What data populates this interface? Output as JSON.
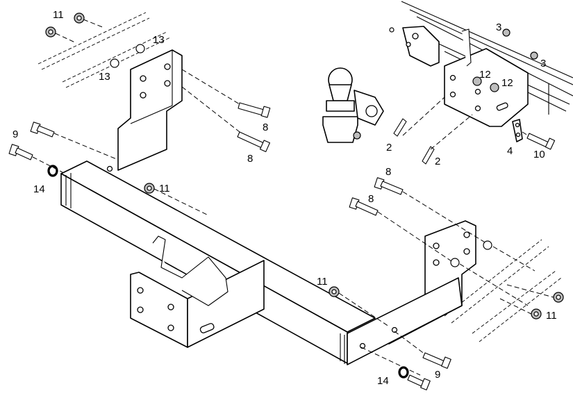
{
  "diagram": {
    "callouts": {
      "c11_top": "11",
      "c13_a": "13",
      "c13_b": "13",
      "c8_upper_a": "8",
      "c8_upper_b": "8",
      "c9_left": "9",
      "c14_left": "14",
      "c11_mid": "11",
      "c3_a": "3",
      "c3_b": "3",
      "c12_a": "12",
      "c12_b": "12",
      "c2_a": "2",
      "c2_b": "2",
      "c4": "4",
      "c10": "10",
      "c8_right_a": "8",
      "c8_right_b": "8",
      "c11_center": "11",
      "c11_right": "11",
      "c14_bottom": "14",
      "c9_bottom": "9"
    }
  }
}
